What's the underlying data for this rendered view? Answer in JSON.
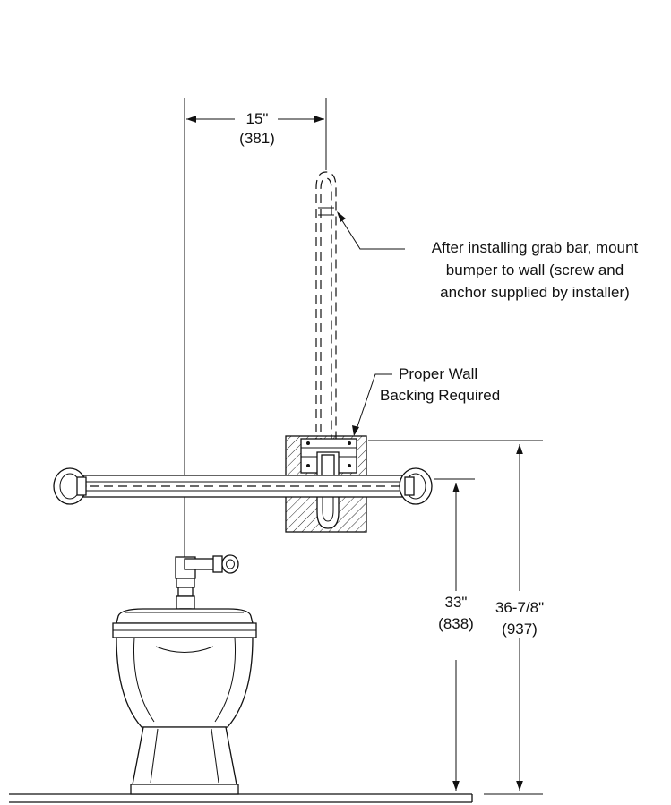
{
  "dimensions": {
    "horizontal_offset": {
      "imperial": "15\"",
      "metric": "(381)"
    },
    "grab_bar_height": {
      "imperial": "33\"",
      "metric": "(838)"
    },
    "backing_top_height": {
      "imperial": "36-7/8\"",
      "metric": "(937)"
    }
  },
  "notes": {
    "bumper": {
      "line1": "After installing grab bar, mount",
      "line2": "bumper to wall (screw and",
      "line3": "anchor supplied by installer)"
    },
    "backing": {
      "line1": "Proper Wall",
      "line2": "Backing Required"
    }
  },
  "colors": {
    "line": "#111111",
    "background": "#ffffff"
  }
}
